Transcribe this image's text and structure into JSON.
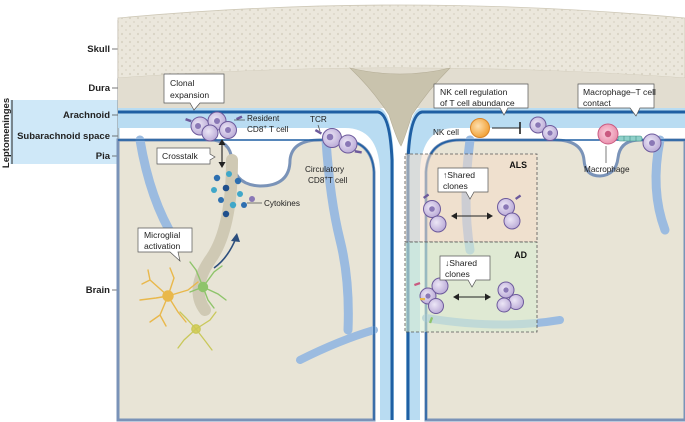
{
  "left_labels": {
    "skull": "Skull",
    "dura": "Dura",
    "leptomeninges": "Leptomeninges",
    "arachnoid": "Arachnoid",
    "subarachnoid_space": "Subarachnoid space",
    "pia": "Pia",
    "brain": "Brain"
  },
  "callouts": {
    "clonal_expansion": [
      "Clonal",
      "expansion"
    ],
    "crosstalk": "Crosstalk",
    "microglial_activation": [
      "Microglial",
      "activation"
    ],
    "nk_regulation": [
      "NK cell regulation",
      "of T cell abundance"
    ],
    "macrophage_contact": [
      "Macrophage–T cell",
      "contact"
    ],
    "als_shared": [
      "↑Shared",
      "clones"
    ],
    "ad_shared": [
      "↓Shared",
      "clones"
    ]
  },
  "annotations": {
    "resident_line1": "Resident",
    "resident_line2": "CD8",
    "resident_sup": "+",
    "resident_tail": " T cell",
    "tcr": "TCR",
    "circulatory_line1": "Circulatory",
    "circulatory_line2": "CD8",
    "circulatory_sup": "+",
    "circulatory_tail": "T cell",
    "cytokines": "Cytokines",
    "nk_cell": "NK cell",
    "macrophage": "Macrophage"
  },
  "panel_tags": {
    "als": "ALS",
    "ad": "AD"
  },
  "colors": {
    "skull": "#ebe7dc",
    "dura": "#e2ddd0",
    "brain": "#e8e4d6",
    "csf": "#b9dcf2",
    "membrane": "#1f5fa3",
    "highlight": "#cfe8f8",
    "tcell": "#b9a9d6",
    "tcell_dark": "#6d5a9c",
    "nk": "#f2a33a",
    "macrophage": "#e88aa8",
    "microglia_yellow": "#e9b84b",
    "microglia_green": "#8ec46a",
    "als_tint": "#f4ddc8",
    "ad_tint": "#d8ecd0"
  }
}
